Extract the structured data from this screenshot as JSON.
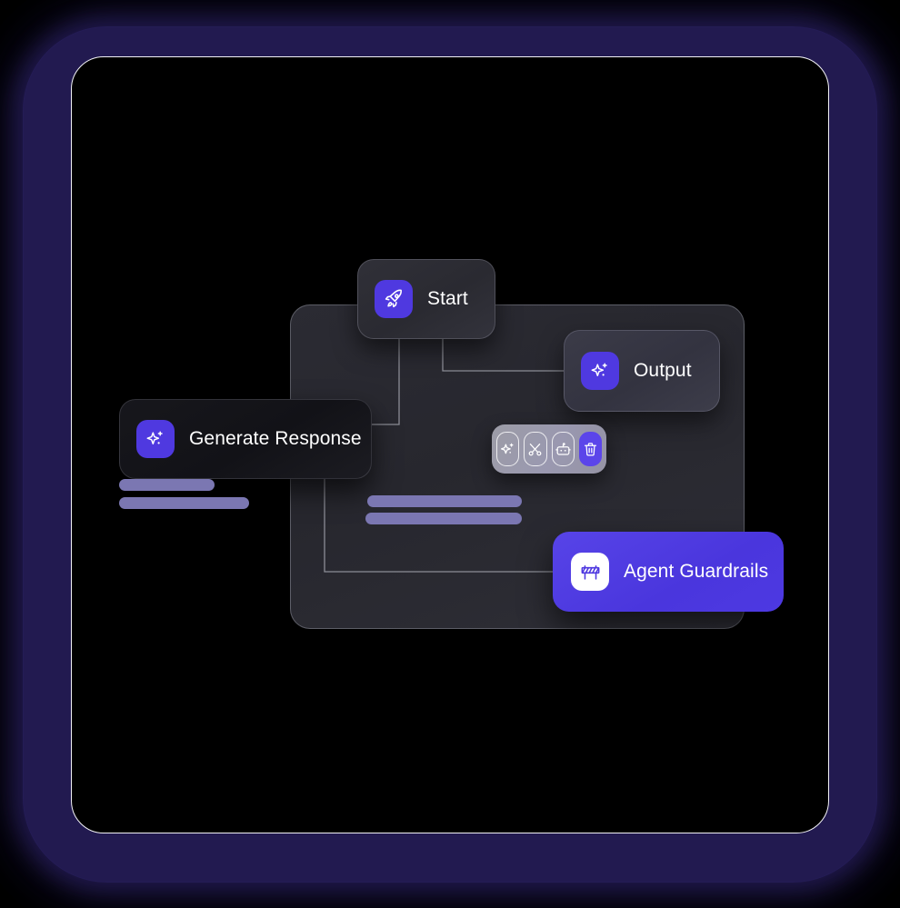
{
  "frame": {
    "name": "workflow-builder-preview",
    "background_color": "#000000",
    "glow_color": "#221a50",
    "screen_border_color": "#f2f2f6"
  },
  "canvas": {
    "name": "workflow-canvas",
    "background_color": "#2b2b33",
    "border_color": "rgba(210,212,225,0.30)"
  },
  "nodes": [
    {
      "id": "start",
      "label": "Start",
      "icon": "rocket-icon",
      "icon_background": "#4f39e0",
      "icon_color": "#ffffff",
      "card_background": "#2e2e36",
      "text_color": "#ffffff"
    },
    {
      "id": "output",
      "label": "Output",
      "icon": "sparkle-icon",
      "icon_background": "#4f39e0",
      "icon_color": "#ffffff",
      "card_background": "#3b3b48",
      "text_color": "#ffffff"
    },
    {
      "id": "generate-response",
      "label": "Generate Response",
      "icon": "sparkle-icon",
      "icon_background": "#4f39e0",
      "icon_color": "#ffffff",
      "card_background": "#17171c",
      "text_color": "#ffffff"
    },
    {
      "id": "agent-guardrails",
      "label": "Agent Guardrails",
      "icon": "barrier-icon",
      "icon_background": "#ffffff",
      "icon_color": "#4f39e0",
      "card_background": "#4f39e0",
      "text_color": "#ffffff"
    }
  ],
  "toolbar": {
    "name": "node-toolbar",
    "background_color": "#c6c4e2",
    "active_color": "#5b45ea",
    "buttons": [
      {
        "id": "enhance",
        "icon": "sparkle-icon",
        "active": false
      },
      {
        "id": "transform",
        "icon": "scissors-icon",
        "active": false
      },
      {
        "id": "agent",
        "icon": "robot-icon",
        "active": false
      },
      {
        "id": "delete",
        "icon": "trash-icon",
        "active": true
      }
    ]
  },
  "skeleton_bars": {
    "color": "#7b77b2",
    "items": [
      {
        "id": "left-1",
        "group": "left"
      },
      {
        "id": "left-2",
        "group": "left"
      },
      {
        "id": "mid-1",
        "group": "middle"
      },
      {
        "id": "mid-2",
        "group": "middle"
      }
    ]
  },
  "connectors": {
    "stroke_color": "rgba(222,224,235,0.55)",
    "paths": [
      {
        "from": "start",
        "to": "generate-response"
      },
      {
        "from": "start",
        "to": "output"
      },
      {
        "from": "start",
        "to": "agent-guardrails"
      }
    ]
  }
}
